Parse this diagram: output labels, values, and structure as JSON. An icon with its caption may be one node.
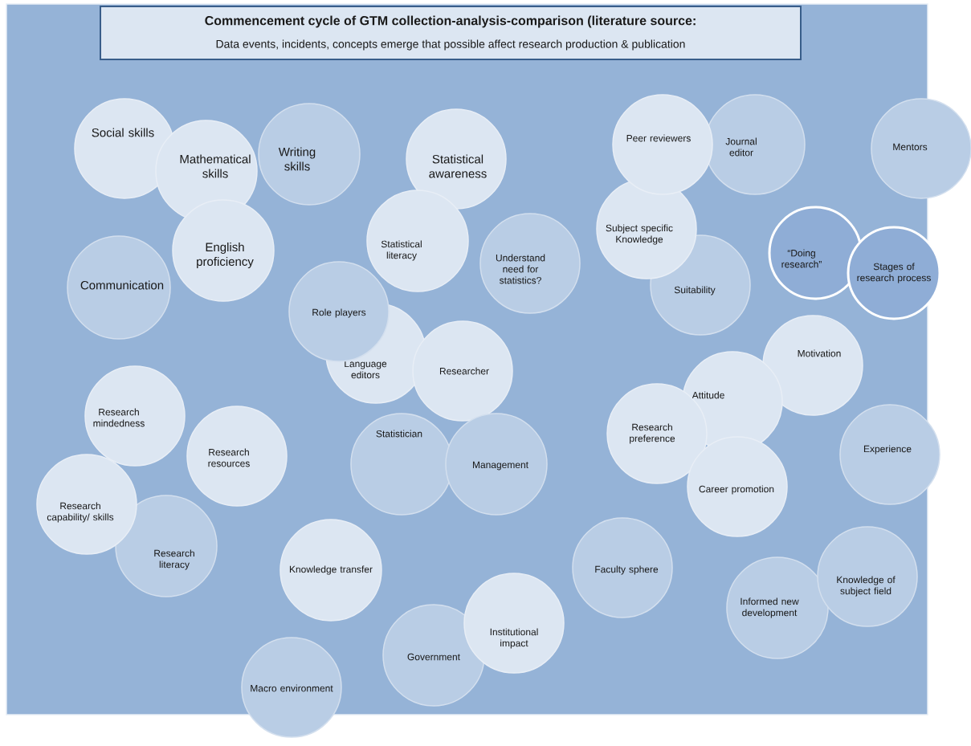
{
  "diagram": {
    "nodes": [
      {
        "text": [
          "Commencement cycle of GTM collection-analysis-comparison (literature source:",
          "Data events, incidents, concepts emerge that possible affect research production & publication"
        ]
      },
      {
        "text": [
          "Social skills"
        ]
      },
      {
        "text": [
          "Mathematical skills"
        ]
      },
      {
        "text": [
          "Writing skills"
        ]
      },
      {
        "text": [
          "English proficiency"
        ]
      },
      {
        "text": [
          "Communication"
        ]
      },
      {
        "text": [
          "Statistical awareness"
        ]
      },
      {
        "text": [
          "Statistical literacy"
        ]
      },
      {
        "text": [
          "Understand need for statistics?"
        ]
      },
      {
        "text": [
          "Peer reviewers"
        ]
      },
      {
        "text": [
          "Journal editor"
        ]
      },
      {
        "text": [
          "Subject specific Knowledge"
        ]
      },
      {
        "text": [
          "Suitability"
        ]
      },
      {
        "text": [
          "Mentors"
        ]
      },
      {
        "text": [
          "“Doing research”"
        ]
      },
      {
        "text": [
          "Stages of research process"
        ]
      },
      {
        "text": [
          "Role players"
        ]
      },
      {
        "text": [
          "Language editors"
        ]
      },
      {
        "text": [
          "Researcher"
        ]
      },
      {
        "text": [
          "Statistician"
        ]
      },
      {
        "text": [
          "Management"
        ]
      },
      {
        "text": [
          "Motivation"
        ]
      },
      {
        "text": [
          "Attitude"
        ]
      },
      {
        "text": [
          "Research preference"
        ]
      },
      {
        "text": [
          "Career promotion"
        ]
      },
      {
        "text": [
          "Experience"
        ]
      },
      {
        "text": [
          "Research mindedness"
        ]
      },
      {
        "text": [
          "Research resources"
        ]
      },
      {
        "text": [
          "Research capability/ skills"
        ]
      },
      {
        "text": [
          "Research literacy"
        ]
      },
      {
        "text": [
          "Knowledge transfer"
        ]
      },
      {
        "text": [
          "Faculty sphere"
        ]
      },
      {
        "text": [
          "Institutional impact"
        ]
      },
      {
        "text": [
          "Government"
        ]
      },
      {
        "text": [
          "Macro environment"
        ]
      },
      {
        "text": [
          "Knowledge of subject field"
        ]
      },
      {
        "text": [
          "Informed new development"
        ]
      }
    ]
  }
}
